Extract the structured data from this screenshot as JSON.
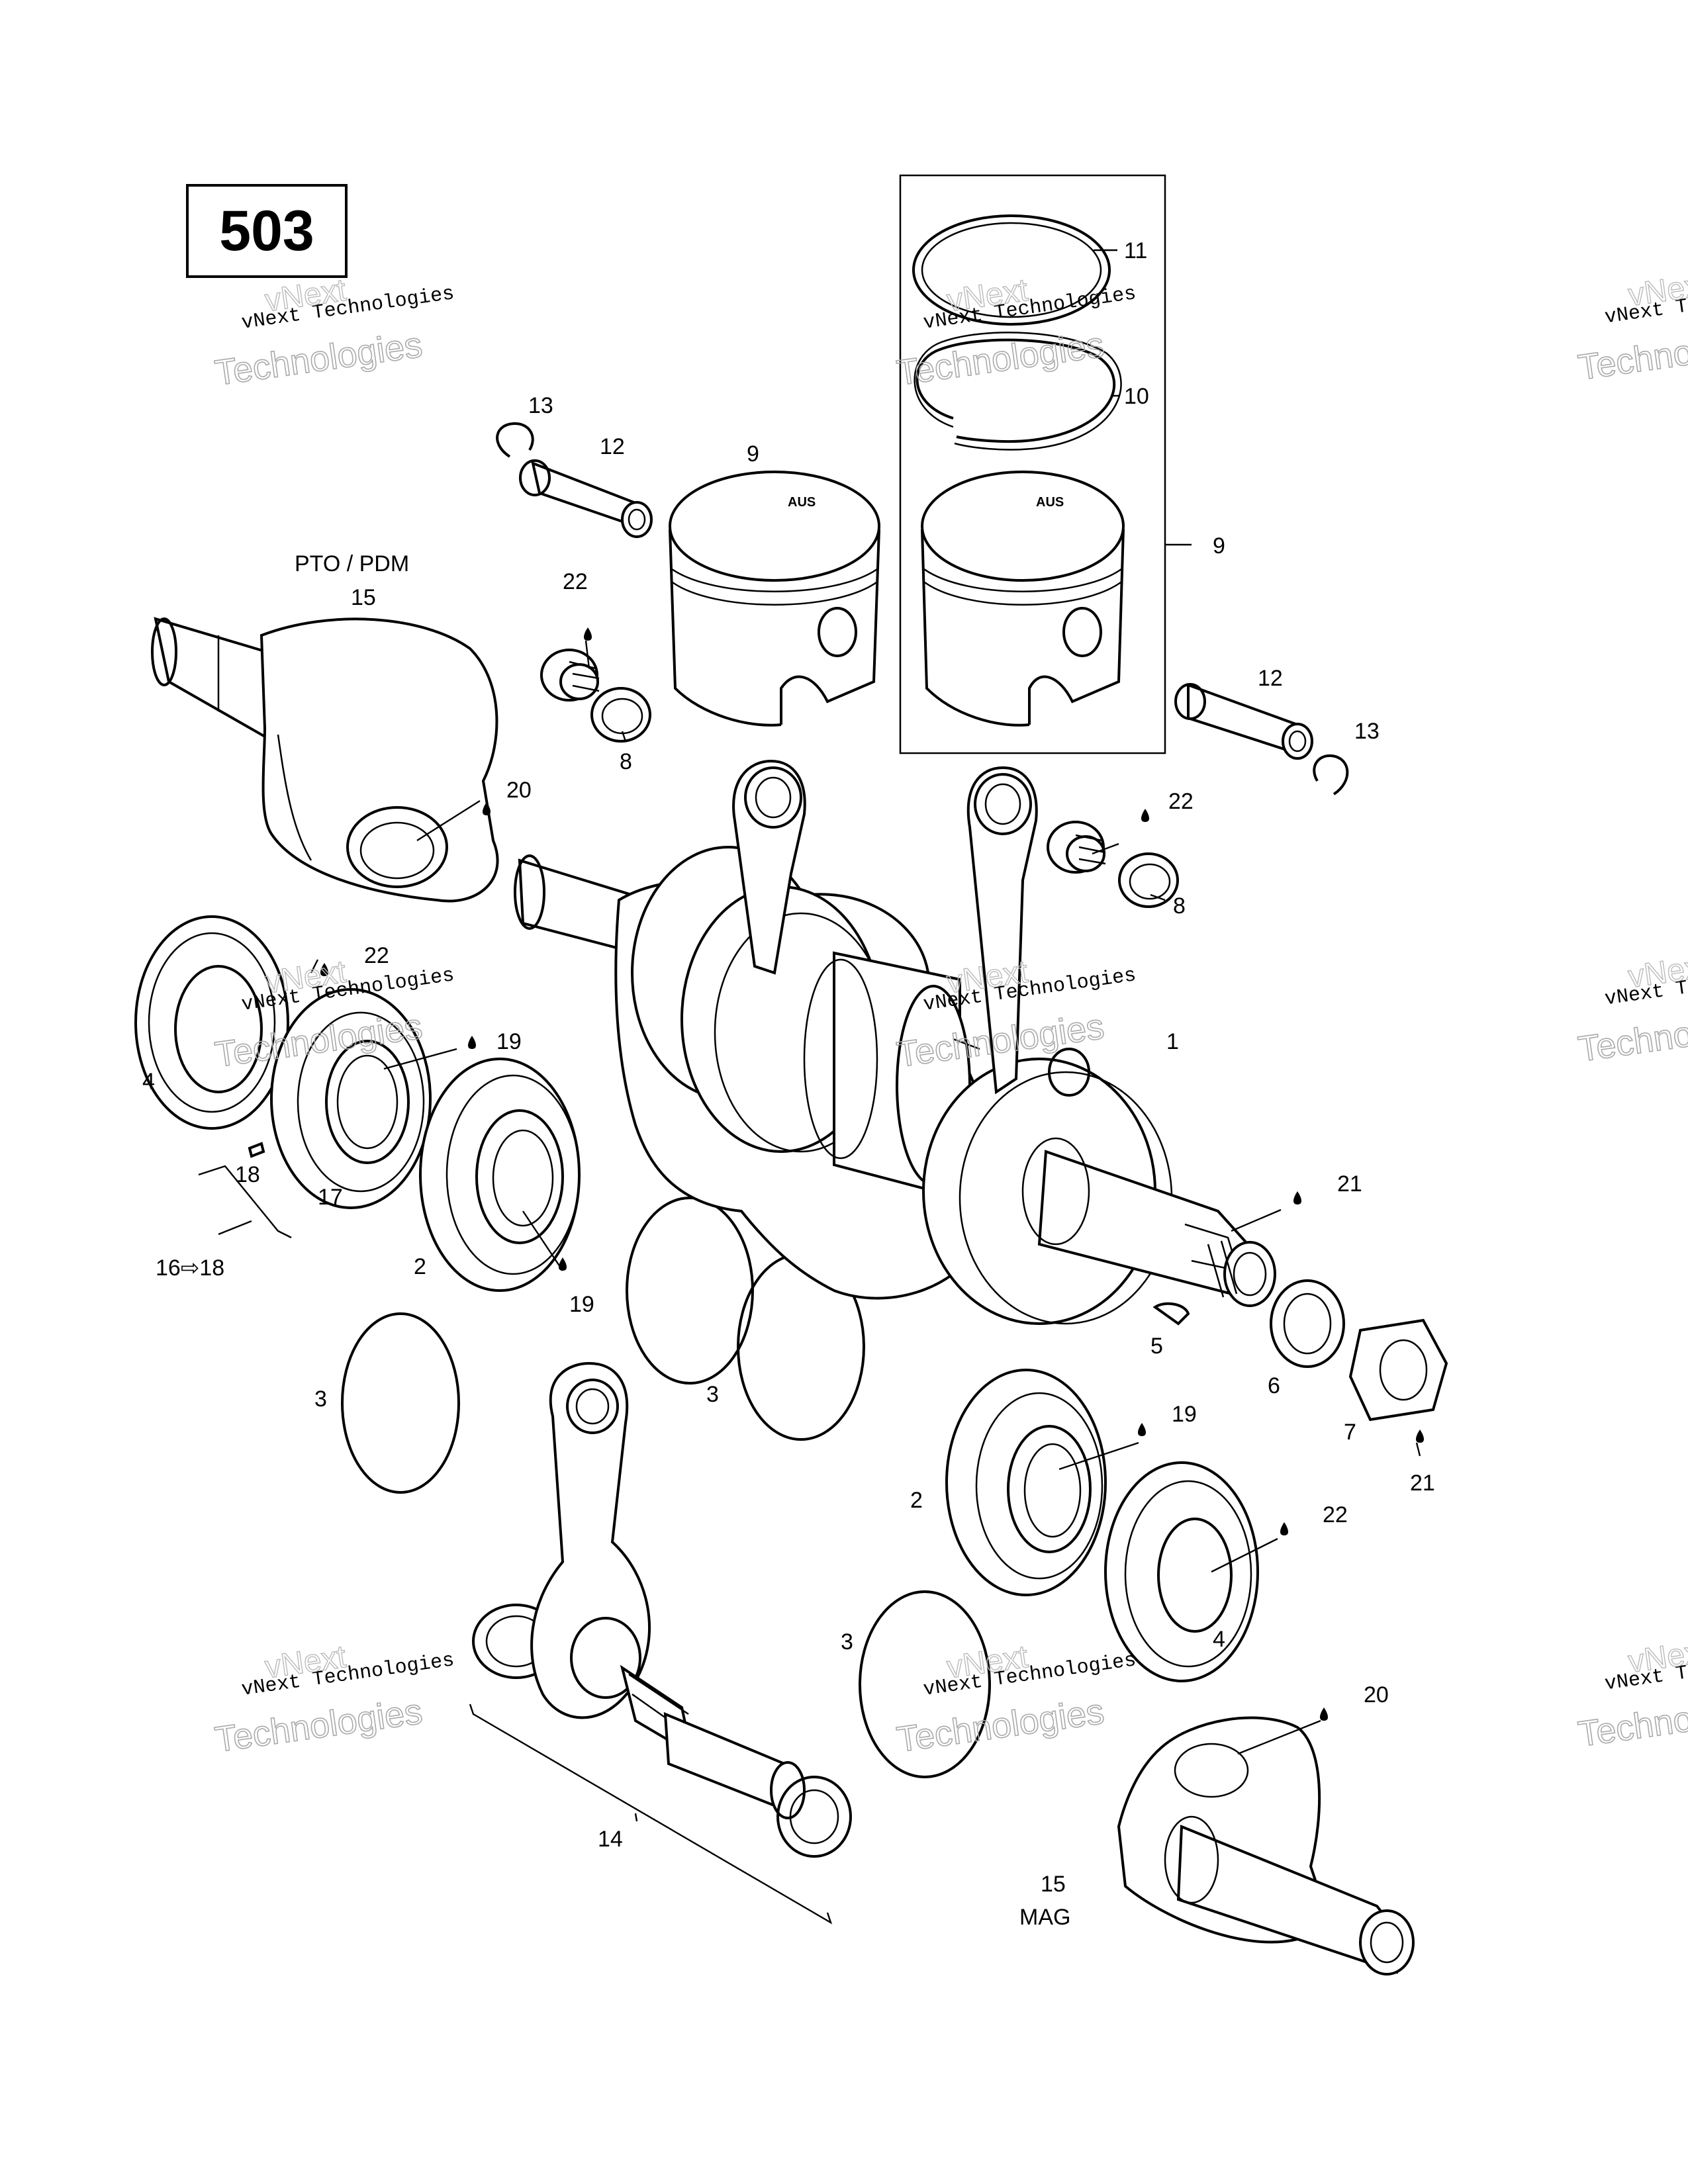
{
  "diagram": {
    "page_number": "503",
    "labels": {
      "pto": "PTO / PDM",
      "mag": "MAG",
      "range": "16⇨18"
    },
    "callouts": [
      {
        "id": "c11",
        "text": "11"
      },
      {
        "id": "c10",
        "text": "10"
      },
      {
        "id": "c9a",
        "text": "9"
      },
      {
        "id": "c9b",
        "text": "9"
      },
      {
        "id": "c13a",
        "text": "13"
      },
      {
        "id": "c12a",
        "text": "12"
      },
      {
        "id": "c12b",
        "text": "12"
      },
      {
        "id": "c13b",
        "text": "13"
      },
      {
        "id": "c15a",
        "text": "15"
      },
      {
        "id": "c22a",
        "text": "22"
      },
      {
        "id": "c8a",
        "text": "8"
      },
      {
        "id": "c20a",
        "text": "20"
      },
      {
        "id": "c22b",
        "text": "22"
      },
      {
        "id": "c8b",
        "text": "8"
      },
      {
        "id": "c22c",
        "text": "22"
      },
      {
        "id": "c19a",
        "text": "19"
      },
      {
        "id": "c4a",
        "text": "4"
      },
      {
        "id": "c18",
        "text": "18"
      },
      {
        "id": "c17",
        "text": "17"
      },
      {
        "id": "c1",
        "text": "1"
      },
      {
        "id": "c21a",
        "text": "21"
      },
      {
        "id": "c2a",
        "text": "2"
      },
      {
        "id": "c19b",
        "text": "19"
      },
      {
        "id": "c5",
        "text": "5"
      },
      {
        "id": "c6",
        "text": "6"
      },
      {
        "id": "c7",
        "text": "7"
      },
      {
        "id": "c21b",
        "text": "21"
      },
      {
        "id": "c3a",
        "text": "3"
      },
      {
        "id": "c3b",
        "text": "3"
      },
      {
        "id": "c19c",
        "text": "19"
      },
      {
        "id": "c2b",
        "text": "2"
      },
      {
        "id": "c22d",
        "text": "22"
      },
      {
        "id": "c4b",
        "text": "4"
      },
      {
        "id": "c3c",
        "text": "3"
      },
      {
        "id": "c20b",
        "text": "20"
      },
      {
        "id": "c14",
        "text": "14"
      },
      {
        "id": "c15b",
        "text": "15"
      }
    ],
    "watermark": {
      "line1": "vNext Technologies",
      "line2": "Technologies",
      "line3": "vNext"
    }
  }
}
